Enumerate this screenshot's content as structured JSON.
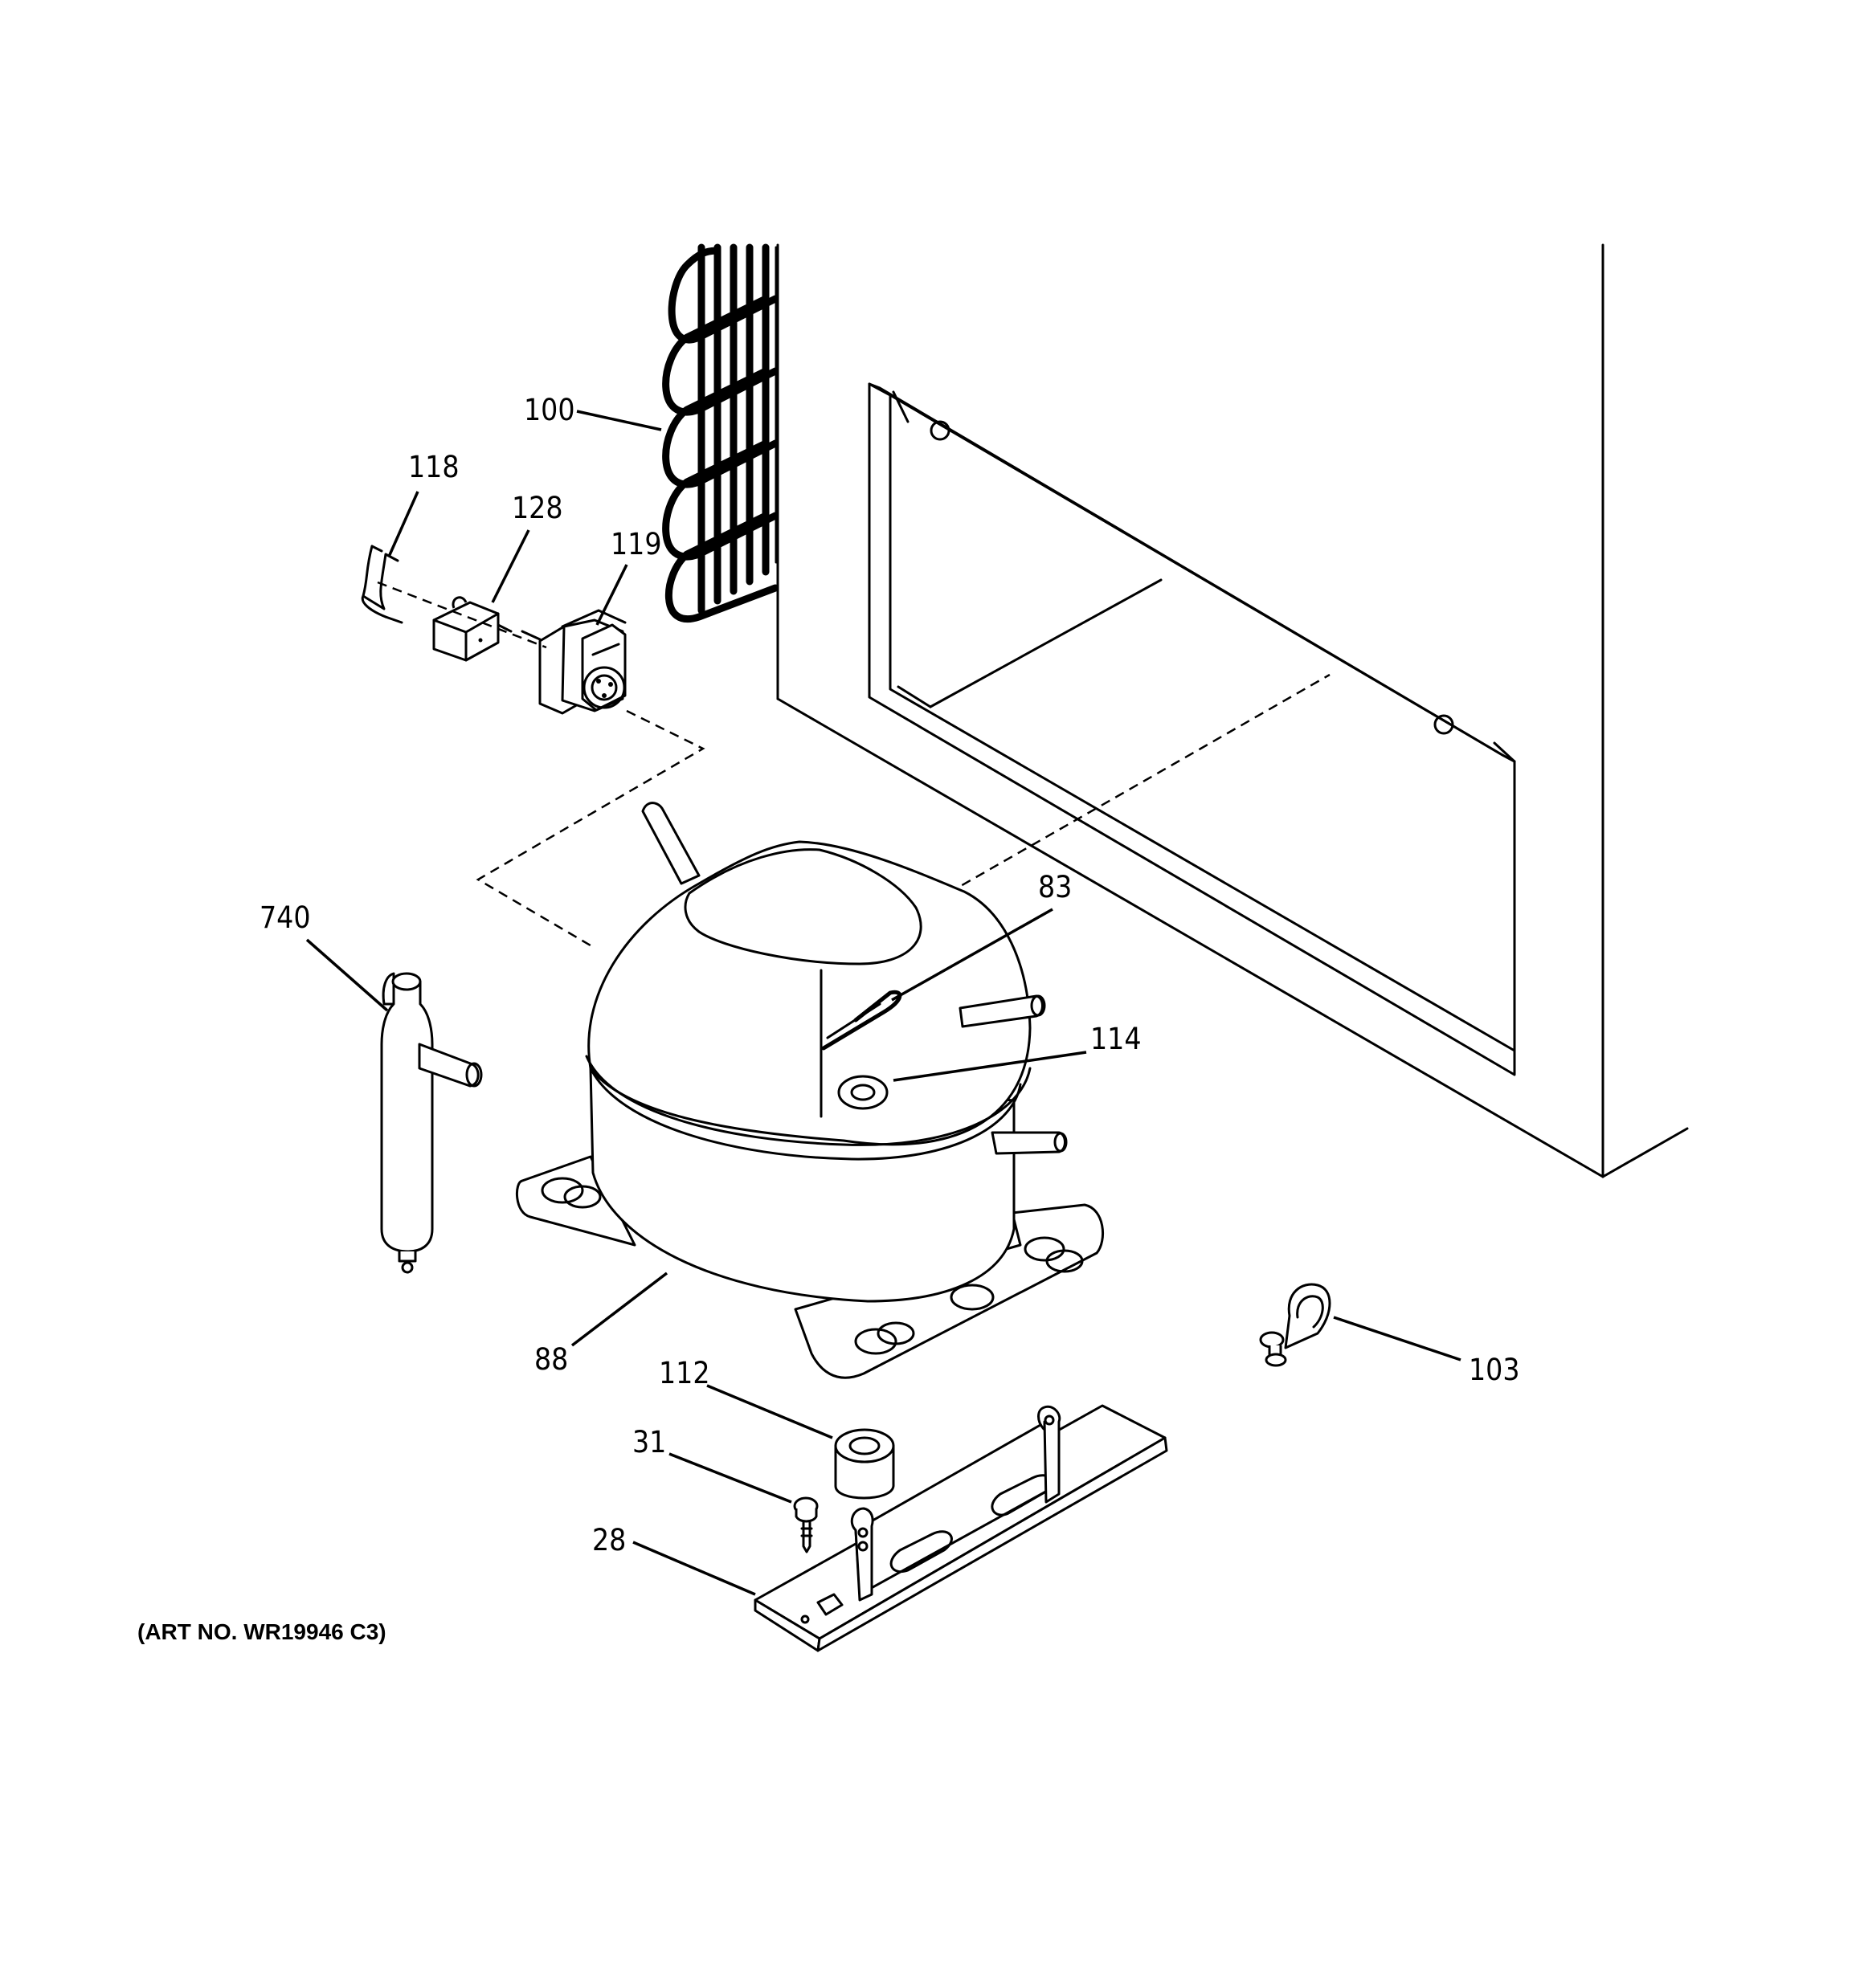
{
  "art_number": "(ART NO. WR19946 C3)",
  "callouts": [
    {
      "id": "100",
      "label": "100"
    },
    {
      "id": "118",
      "label": "118"
    },
    {
      "id": "128",
      "label": "128"
    },
    {
      "id": "119",
      "label": "119"
    },
    {
      "id": "740",
      "label": "740"
    },
    {
      "id": "83",
      "label": "83"
    },
    {
      "id": "114",
      "label": "114"
    },
    {
      "id": "88",
      "label": "88"
    },
    {
      "id": "112",
      "label": "112"
    },
    {
      "id": "31",
      "label": "31"
    },
    {
      "id": "28",
      "label": "28"
    },
    {
      "id": "103",
      "label": "103"
    }
  ],
  "colors": {
    "line": "#000000",
    "background": "#ffffff"
  }
}
